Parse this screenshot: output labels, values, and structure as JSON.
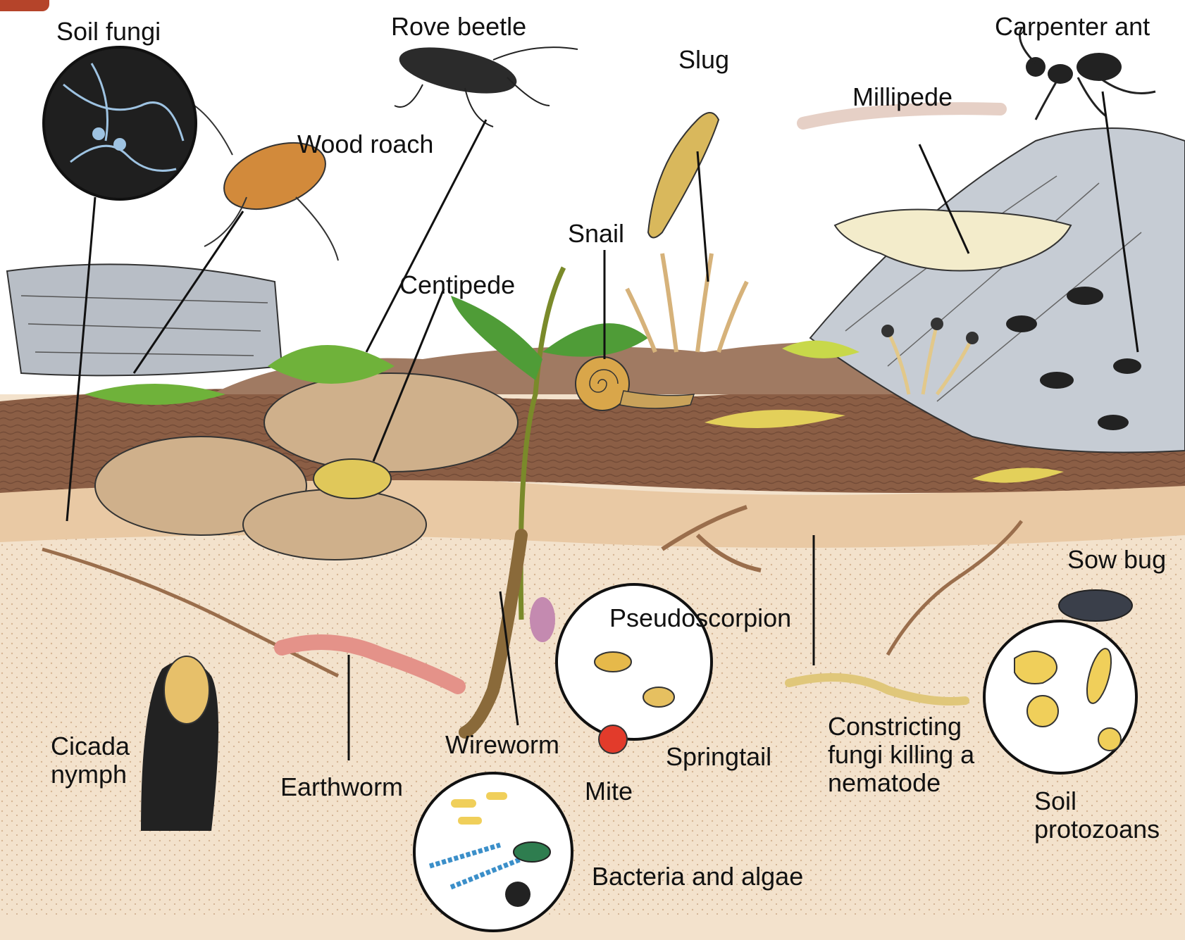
{
  "diagram": {
    "labels": {
      "soil_fungi": "Soil fungi",
      "rove_beetle": "Rove beetle",
      "carpenter_ant": "Carpenter ant",
      "slug": "Slug",
      "millipede": "Millipede",
      "wood_roach": "Wood roach",
      "snail": "Snail",
      "centipede": "Centipede",
      "sow_bug": "Sow bug",
      "pseudoscorpion": "Pseudoscorpion",
      "cicada_nymph": "Cicada nymph",
      "earthworm": "Earthworm",
      "wireworm": "Wireworm",
      "mite": "Mite",
      "springtail": "Springtail",
      "constricting_fungi": "Constricting fungi killing a nematode",
      "soil_protozoans": "Soil protozoans",
      "bacteria_algae": "Bacteria and algae"
    },
    "colors": {
      "soil_deep": "#f3e2cc",
      "soil_topsoil": "#e9c9a4",
      "litter_layer": "#8b5e45",
      "rock": "#cfb08b",
      "leaf_green": "#6fb23a",
      "log_gray": "#b8bec6",
      "label_text": "#111111",
      "corner_accent": "#b5442a"
    }
  }
}
